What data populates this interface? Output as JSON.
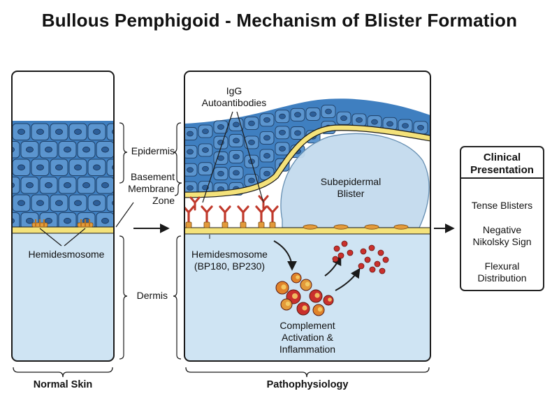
{
  "title": "Bullous Pemphigoid - Mechanism of Blister Formation",
  "labels": {
    "epidermis": "Epidermis",
    "basement_membrane_zone": [
      "Basement",
      "Membrane",
      "Zone"
    ],
    "hemidesmosome_normal": "Hemidesmosome",
    "dermis": "Dermis",
    "igg_autoantibodies": [
      "IgG",
      "Autoantibodies"
    ],
    "subepidermal_blister": [
      "Subepidermal",
      "Blister"
    ],
    "hemidesmosome_patho": [
      "Hemidesmosome",
      "(BP180, BP230)"
    ],
    "complement": [
      "Complement",
      "Activation &",
      "Inflammation"
    ]
  },
  "panels": {
    "normal_caption": "Normal Skin",
    "patho_caption": "Pathophysiology"
  },
  "clinical": {
    "title": [
      "Clinical",
      "Presentation"
    ],
    "items": [
      [
        "Tense Blisters"
      ],
      [
        "Negative",
        "Nikolsky Sign"
      ],
      [
        "Flexural",
        "Distribution"
      ]
    ]
  },
  "colors": {
    "epidermis": "#3f7fc0",
    "cell_fill": "#5b95cf",
    "nucleus": "#2d5f99",
    "dermis": "#cfe4f3",
    "membrane": "#f4e27a",
    "hemidesmosome": "#e39a3a",
    "antibody": "#c0392b",
    "blister": "#c3dbee",
    "outline": "#1a1a1a"
  }
}
